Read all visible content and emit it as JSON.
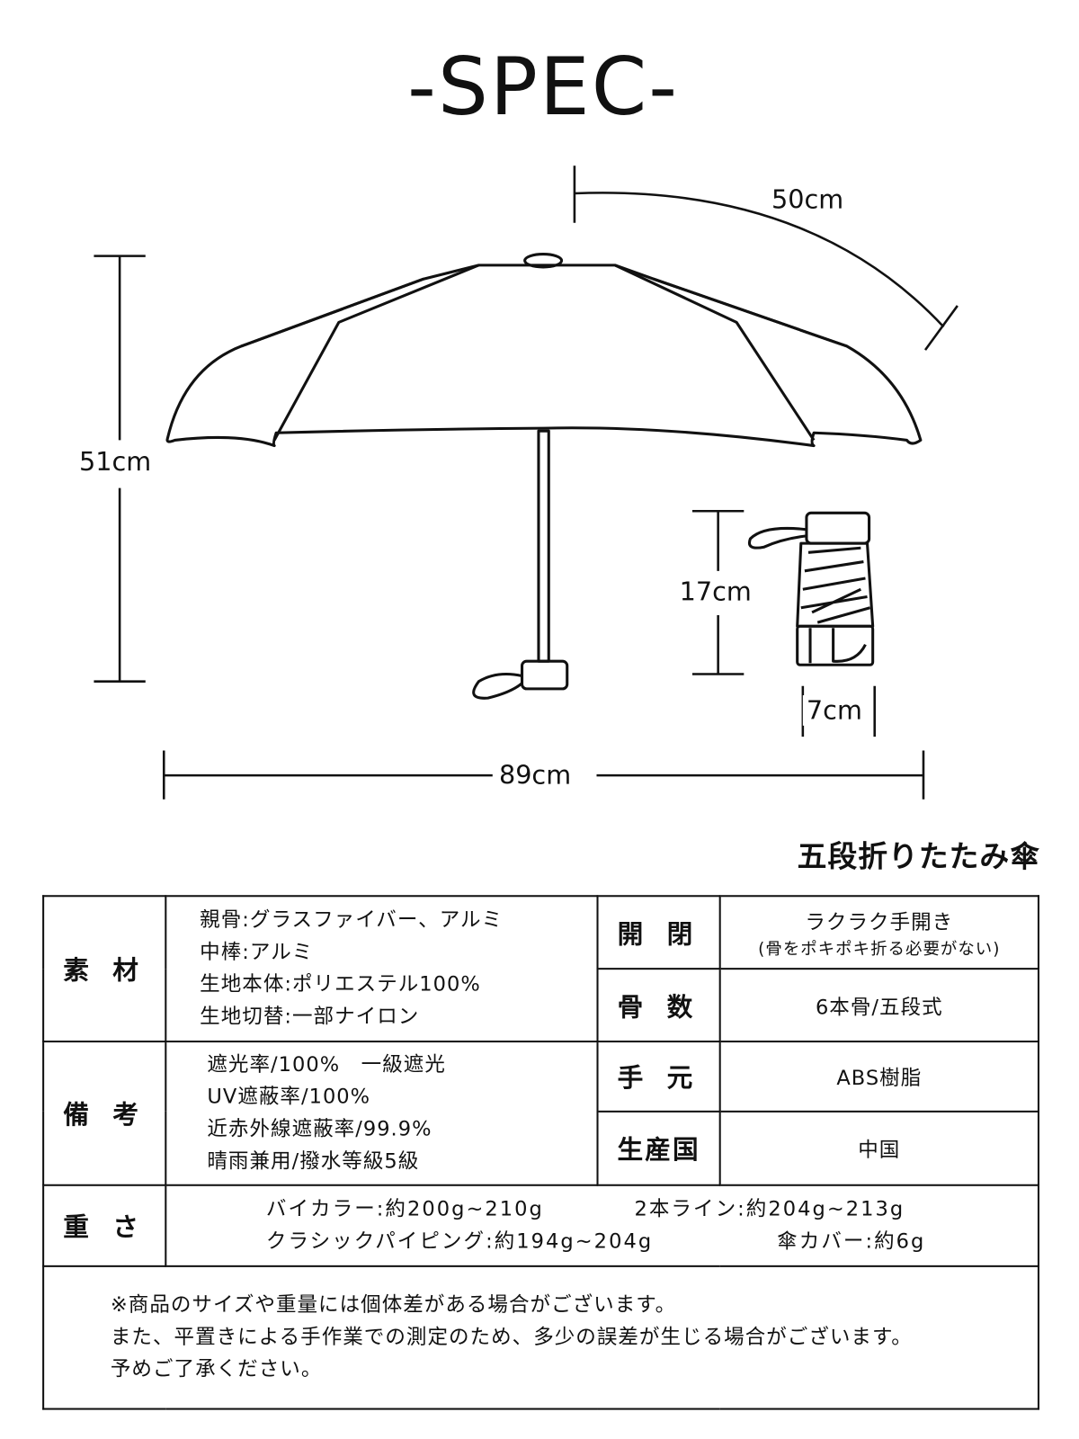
{
  "title": "-SPEC-",
  "dimensions": {
    "arc": "50cm",
    "height": "51cm",
    "width": "89cm",
    "folded_length": "17cm",
    "folded_width": "7cm"
  },
  "fold_type": "五段折りたたみ傘",
  "table": {
    "material": {
      "label": "素 材",
      "lines": [
        "親骨:グラスファイバー、アルミ",
        "中棒:アルミ",
        "生地本体:ポリエステル100%",
        "生地切替:一部ナイロン"
      ]
    },
    "open_close": {
      "label": "開 閉",
      "value": "ラクラク手開き",
      "note": "(骨をポキポキ折る必要がない)"
    },
    "ribs": {
      "label": "骨 数",
      "value": "6本骨/五段式"
    },
    "remarks": {
      "label": "備 考",
      "lines": [
        "遮光率/100%　一級遮光",
        "UV遮蔽率/100%",
        "近赤外線遮蔽率/99.9%",
        "晴雨兼用/撥水等級5級"
      ]
    },
    "handle": {
      "label": "手 元",
      "value": "ABS樹脂"
    },
    "origin": {
      "label": "生産国",
      "value": "中国"
    },
    "weight": {
      "label": "重 さ",
      "items": [
        "バイカラー:約200g~210g",
        "2本ライン:約204g~213g",
        "クラシックパイピング:約194g~204g",
        "傘カバー:約6g"
      ]
    },
    "note_lines": [
      "※商品のサイズや重量には個体差がある場合がございます。",
      "また、平置きによる手作業での測定のため、多少の誤差が生じる場合がございます。",
      "予めご了承ください。"
    ]
  }
}
